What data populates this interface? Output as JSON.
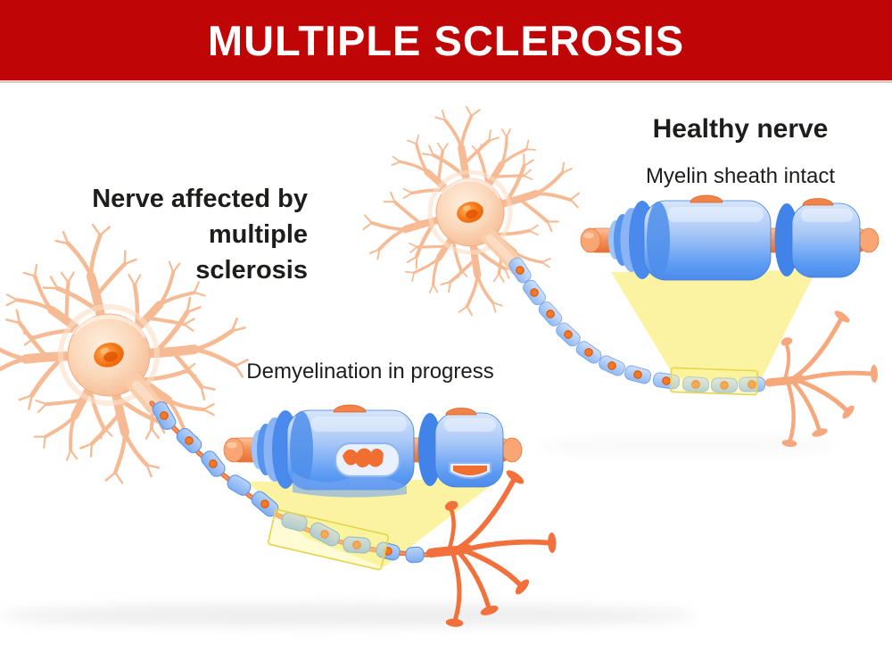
{
  "header": {
    "title": "MULTIPLE SCLEROSIS"
  },
  "diagram": {
    "affected_nerve": {
      "label_lines": [
        "Nerve affected by",
        "multiple",
        "sclerosis"
      ],
      "zoom_caption": "Demyelination in progress"
    },
    "healthy_nerve": {
      "label": "Healthy nerve",
      "zoom_caption": "Myelin sheath intact"
    }
  },
  "colors": {
    "banner_red": "#c00506",
    "text_black": "#1d1d1b",
    "myelin_blue": "#5b9bf0",
    "myelin_blue_light": "#aecbf6",
    "axon_orange": "#f2763e",
    "soma_peach": "#fad2b2",
    "nucleus_orange": "#ee5e0a",
    "beam_yellow": "#fbf3a1",
    "healthy_terminal_peach": "#f6a87c",
    "damaged_terminal_orange": "#f1703c"
  }
}
